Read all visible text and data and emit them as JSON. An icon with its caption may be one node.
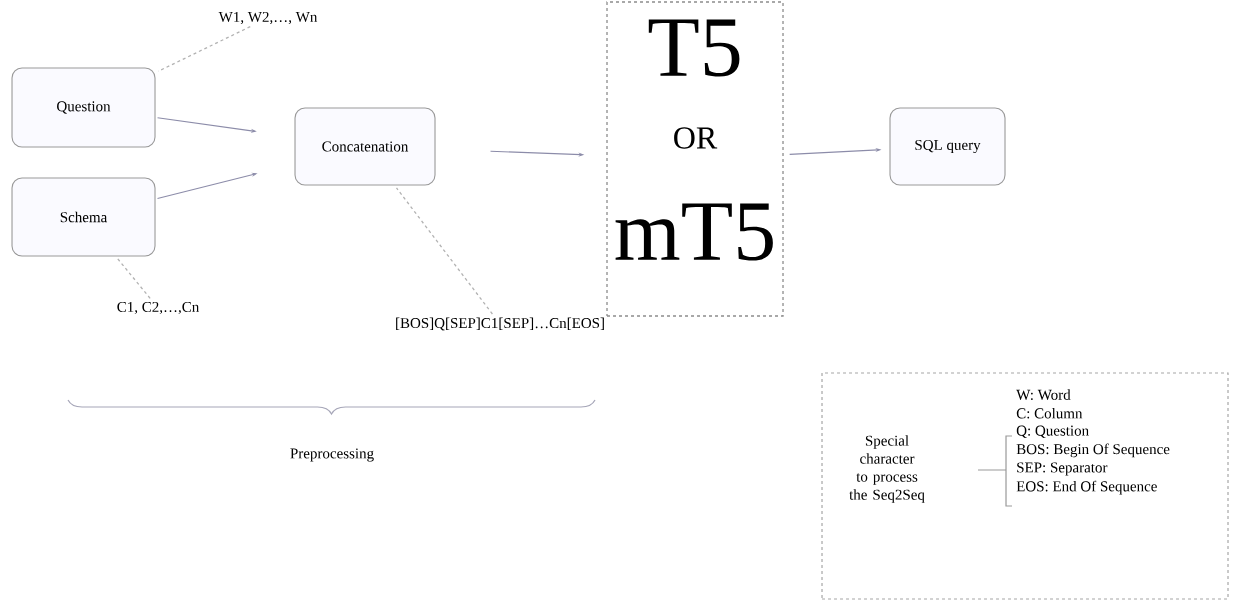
{
  "diagram": {
    "nodes": [
      {
        "text": [
          "Question"
        ]
      },
      {
        "text": [
          "Schema"
        ]
      },
      {
        "text": [
          "Concatenation"
        ]
      },
      {
        "text": [
          "T5",
          "OR",
          "mT5"
        ]
      },
      {
        "text": [
          "SQL query"
        ]
      },
      {
        "text": [
          "W1, W2,…, Wn"
        ]
      },
      {
        "text": [
          "C1, C2,…,Cn"
        ]
      },
      {
        "text": [
          "[BOS]Q[SEP]C1[SEP]…Cn[EOS]"
        ]
      },
      {
        "text": [
          "Special character to process the Seq2Seq",
          "W: Word",
          "C: Column",
          "Q: Question",
          "BOS: Begin Of Sequence",
          "SEP: Separator",
          "EOS: End Of Sequence"
        ]
      }
    ],
    "edges": [
      {
        "from": 0,
        "to": 2,
        "arrow": "to"
      },
      {
        "from": 1,
        "to": 2,
        "arrow": "to"
      },
      {
        "from": 2,
        "to": 3,
        "arrow": "to"
      },
      {
        "from": 3,
        "to": 4,
        "arrow": "to"
      },
      {
        "from": 5,
        "to": 0,
        "arrow": "none",
        "style": "dashed"
      },
      {
        "from": 6,
        "to": 1,
        "arrow": "none",
        "style": "dashed"
      },
      {
        "from": 7,
        "to": 2,
        "arrow": "none",
        "style": "dashed"
      }
    ],
    "labels": [
      "Preprocessing"
    ]
  }
}
